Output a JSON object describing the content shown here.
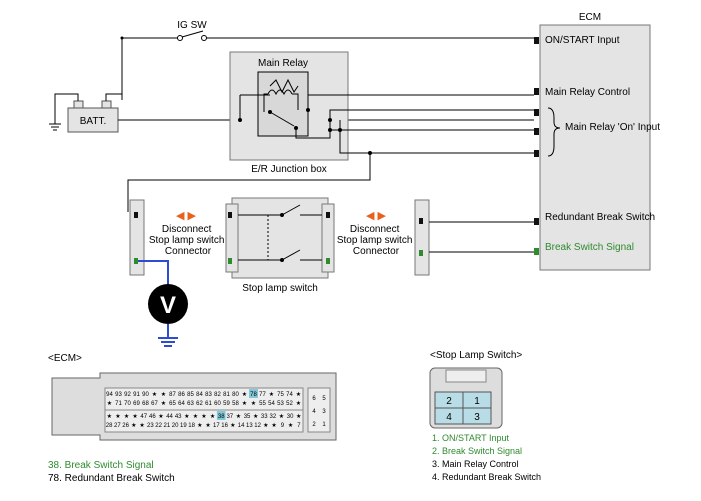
{
  "ig_sw": "IG SW",
  "ecm": {
    "title": "ECM",
    "pins": {
      "on_start": "ON/START Input",
      "main_relay_control": "Main Relay Control",
      "main_relay_on": "Main Relay 'On' Input",
      "redundant": "Redundant Break Switch",
      "break_signal": "Break Switch Signal"
    }
  },
  "batt": "BATT.",
  "main_relay": "Main Relay",
  "junction_box": "E/R Junction box",
  "disconnect": [
    "Disconnect",
    "Stop lamp switch",
    "Connector"
  ],
  "stop_lamp_switch": "Stop lamp switch",
  "meter_symbol": "V",
  "ecm_connector": {
    "title": "<ECM>",
    "row1": [
      "94",
      "93",
      "92",
      "91",
      "90",
      "★",
      "★",
      "87",
      "86",
      "85",
      "84",
      "83",
      "82",
      "81",
      "80",
      "★",
      "78",
      "77",
      "★",
      "75",
      "74",
      "★"
    ],
    "row2": [
      "★",
      "71",
      "70",
      "69",
      "68",
      "67",
      "★",
      "65",
      "64",
      "63",
      "62",
      "61",
      "60",
      "59",
      "58",
      "★",
      "★",
      "55",
      "54",
      "53",
      "52",
      "★"
    ],
    "row3": [
      "★",
      "★",
      "★",
      "★",
      "47",
      "46",
      "★",
      "44",
      "43",
      "★",
      "★",
      "★",
      "★",
      "38",
      "37",
      "★",
      "35",
      "★",
      "33",
      "32",
      "★",
      "30",
      "★"
    ],
    "row4": [
      "28",
      "27",
      "26",
      "★",
      "★",
      "23",
      "22",
      "21",
      "20",
      "19",
      "18",
      "★",
      "★",
      "17",
      "16",
      "★",
      "14",
      "13",
      "12",
      "★",
      "★",
      "9",
      "★",
      "7"
    ],
    "side": [
      "6",
      "5",
      "4",
      "3",
      "2",
      "1"
    ]
  },
  "slsw_connector": {
    "title": "<Stop Lamp Switch>",
    "pins": [
      "2",
      "1",
      "4",
      "3"
    ]
  },
  "ecm_legend": [
    "38. Break Switch Signal",
    "78. Redundant Break Switch"
  ],
  "slsw_legend": [
    "1. ON/START Input",
    "2. Break Switch Signal",
    "3. Main Relay Control",
    "4. Redundant Break Switch"
  ]
}
